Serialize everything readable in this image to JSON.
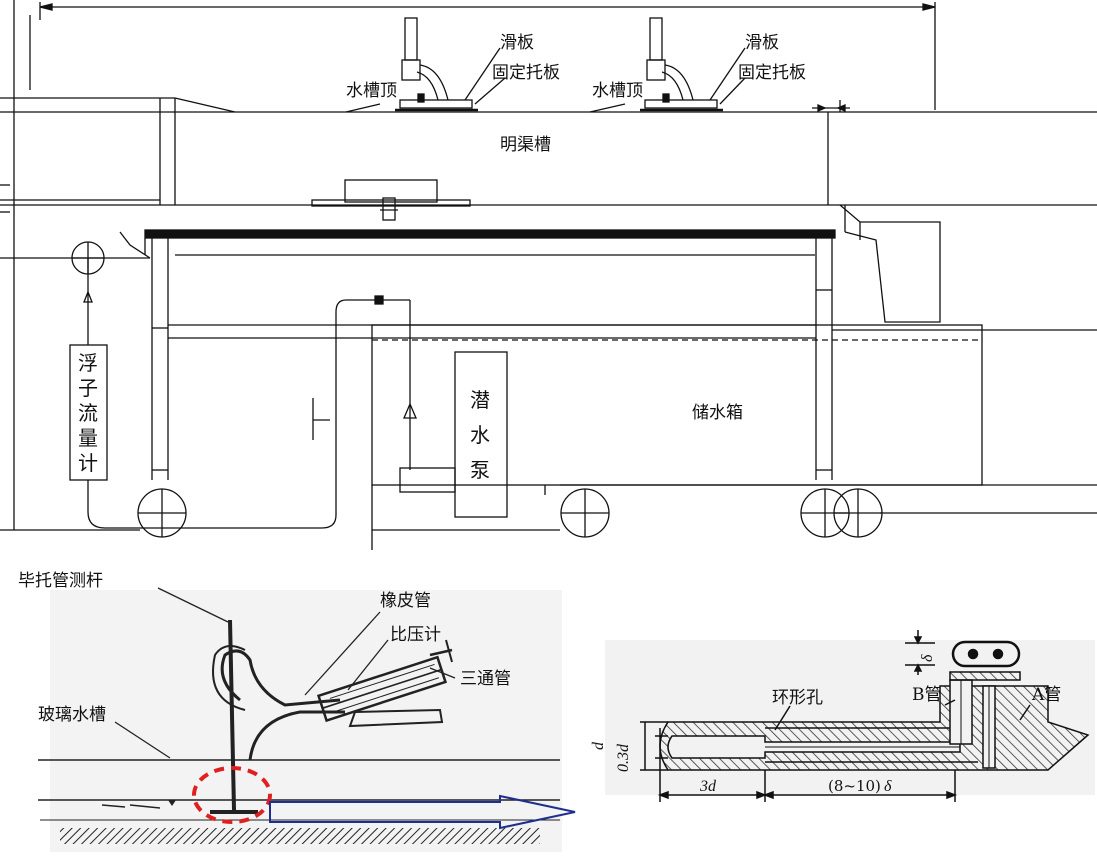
{
  "top_diagram": {
    "labels": {
      "slide_plate_1": "滑板",
      "fixed_plate_1": "固定托板",
      "trough_top_1": "水槽顶",
      "slide_plate_2": "滑板",
      "fixed_plate_2": "固定托板",
      "trough_top_2": "水槽顶",
      "open_channel": "明渠槽",
      "storage_tank": "储水箱",
      "float_meter": [
        "浮",
        "子",
        "流",
        "量",
        "计"
      ],
      "submersible_pump": [
        "潜",
        "水",
        "泵"
      ]
    }
  },
  "pitot_photo": {
    "labels": {
      "pitot_rod": "毕托管测杆",
      "rubber_tube": "橡皮管",
      "manometer": "比压计",
      "tee_pipe": "三通管",
      "glass_flume": "玻璃水槽"
    },
    "highlight_color": "#e02020",
    "arrow_color": "#1f2f8f"
  },
  "pitot_detail": {
    "labels": {
      "annular_hole": "环形孔",
      "b_tube": "B管",
      "a_tube": "A管",
      "dim_d": "d",
      "dim_03d": "0.3d",
      "dim_3d": "3d",
      "dim_8_10": "(8~10)",
      "dim_delta": "δ",
      "dim_delta_top": "δ"
    }
  }
}
